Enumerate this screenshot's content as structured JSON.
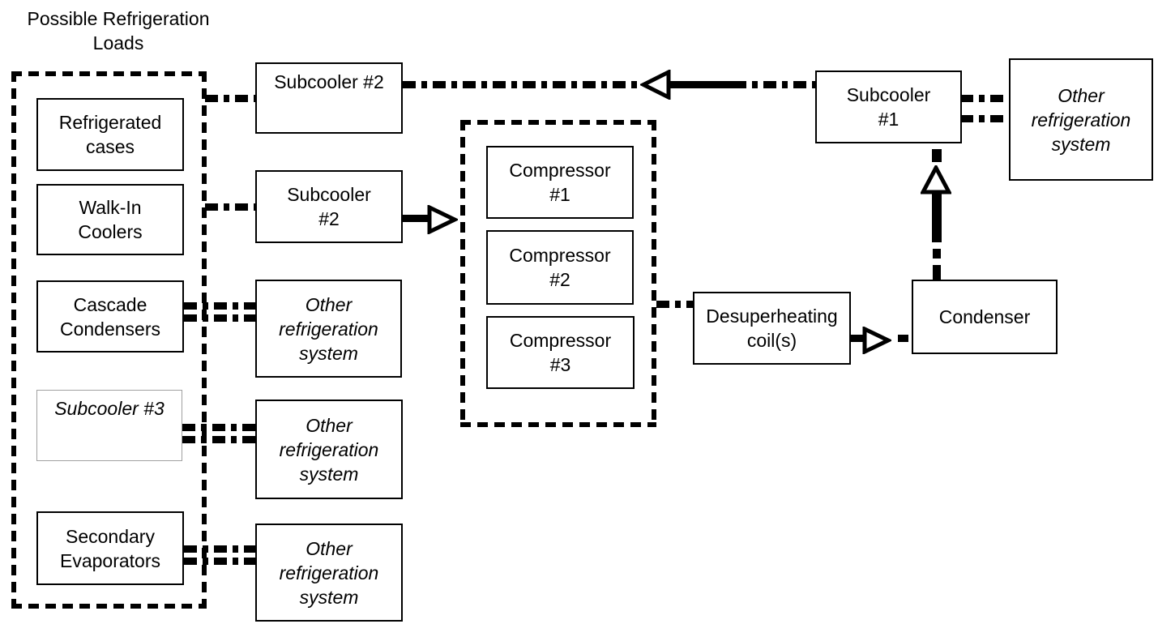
{
  "title": "Possible Refrigeration\nLoads",
  "loads_group": {
    "refrigerated_cases": "Refrigerated\ncases",
    "walk_in_coolers": "Walk-In\nCoolers",
    "cascade_condensers": "Cascade\nCondensers",
    "subcooler_3": "Subcooler #3",
    "secondary_evaporators": "Secondary\nEvaporators"
  },
  "subcoolers_column": {
    "subcooler_2_top": "Subcooler #2",
    "subcooler_2": "Subcooler\n#2",
    "other_system_1": "Other\nrefrigeration\nsystem",
    "other_system_2": "Other\nrefrigeration\nsystem",
    "other_system_3": "Other\nrefrigeration\nsystem"
  },
  "compressors_group": {
    "compressor_1": "Compressor\n#1",
    "compressor_2": "Compressor\n#2",
    "compressor_3": "Compressor\n#3"
  },
  "heat_rejection": {
    "desuperheating_coils": "Desuperheating\ncoil(s)",
    "condenser": "Condenser",
    "subcooler_1": "Subcooler\n#1",
    "other_system_top": "Other\nrefrigeration\nsystem"
  },
  "colors": {
    "background": "#ffffff",
    "line": "#000000",
    "box_border": "#000000",
    "subcooler_3_border": "#a0a0a0",
    "text": "#000000"
  }
}
